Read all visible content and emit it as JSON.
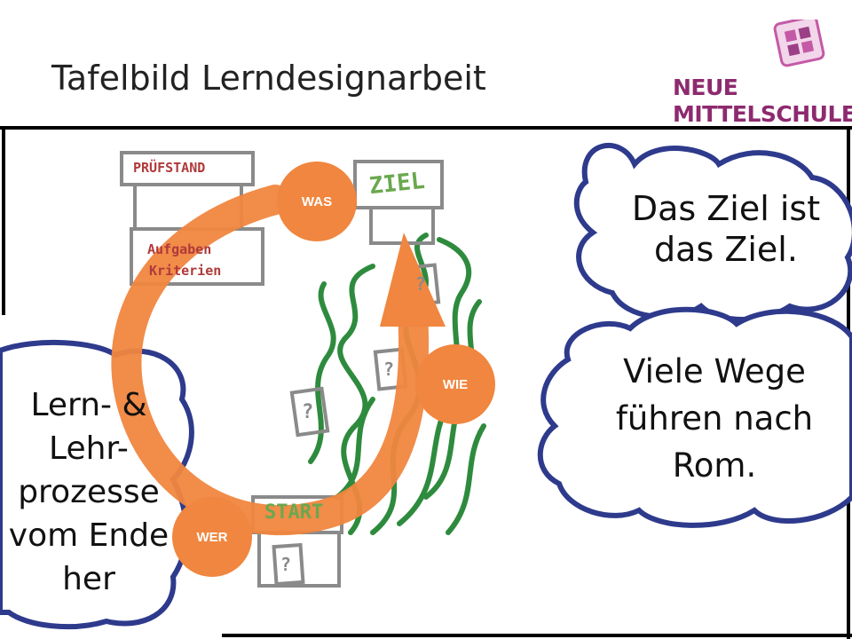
{
  "title": "Tafelbild Lerndesignarbeit",
  "logo": {
    "line1": "NEUE",
    "line2": "MITTELSCHULE",
    "icon": "puzzle-icon",
    "color": "#8e2a6f"
  },
  "sketch": {
    "pruefstand_label": "PRÜFSTAND",
    "aufgaben_line1": "Aufgaben",
    "aufgaben_line2": "Kriterien",
    "ziel_label": "ZIEL",
    "start_label": "START",
    "question_mark": "?"
  },
  "clouds": {
    "goal_text_line1": "Das Ziel ist",
    "goal_text_line2": "das Ziel.",
    "paths_line1": "Viele Wege",
    "paths_line2": "führen nach",
    "paths_line3": "Rom.",
    "process_line1": "Lern- &",
    "process_line2": "Lehr-",
    "process_line3": "prozesse",
    "process_line4": "vom Ende",
    "process_line5": "her"
  },
  "cycle": {
    "was": "WAS",
    "wie": "WIE",
    "wer": "WER",
    "color": "#f0863f"
  },
  "colors": {
    "cloud_stroke": "#2e3a8c",
    "path_green": "#2e8b3e",
    "red_text": "#b03a3a",
    "ziel_green": "#6aa84f"
  }
}
